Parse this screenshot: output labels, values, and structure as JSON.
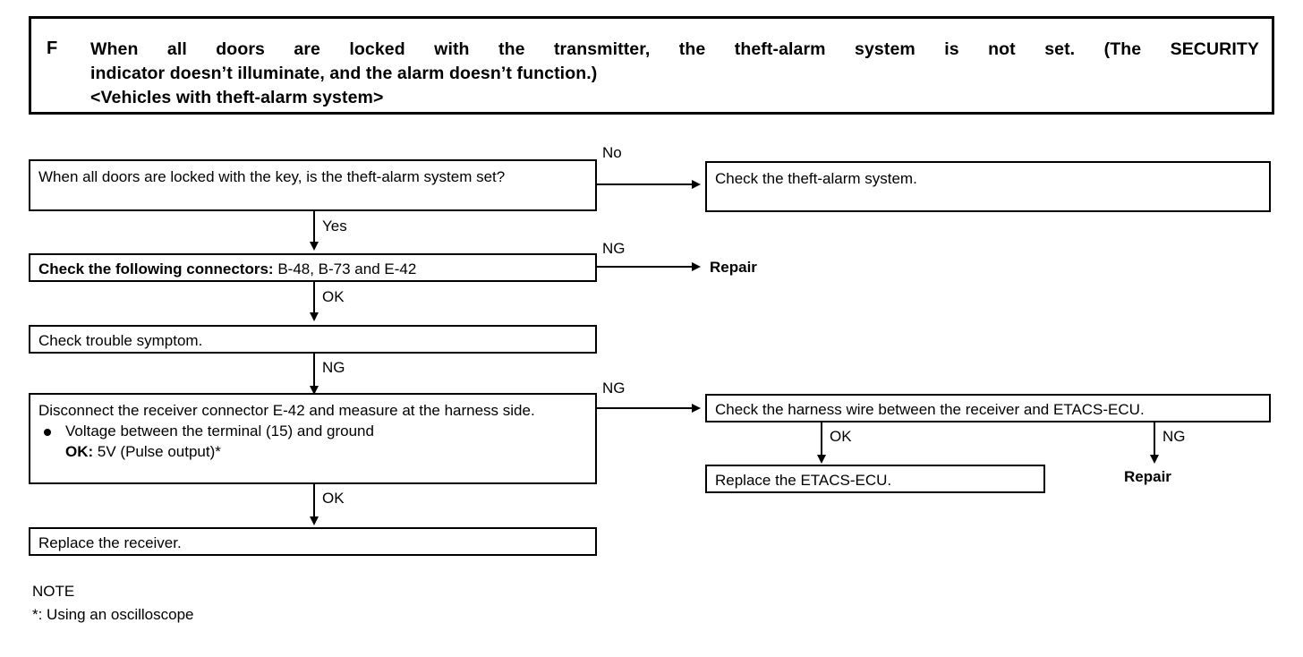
{
  "header": {
    "letter": "F",
    "line1": "When all doors are locked with the transmitter, the theft-alarm system is not set. (The SECURITY",
    "line2": "indicator doesn’t illuminate, and the alarm doesn’t function.)",
    "line3": "<Vehicles with theft-alarm system>"
  },
  "flow": {
    "steps": [
      {
        "id": "step-1",
        "text": "When all doors are locked with the key, is the theft-alarm system set?"
      },
      {
        "id": "step-2",
        "text_bold": "Check the following connectors:",
        "text_rest": " B-48, B-73 and E-42"
      },
      {
        "id": "step-3",
        "text": "Check trouble symptom."
      },
      {
        "id": "step-4",
        "line1": "Disconnect the receiver connector E-42 and measure at the harness side.",
        "bullet1": "Voltage between the terminal (15) and ground",
        "bullet2_bold": "OK:",
        "bullet2_rest": " 5V (Pulse output)*"
      },
      {
        "id": "step-5",
        "text": "Replace the receiver."
      }
    ],
    "branches": [
      {
        "id": "branch-check-theft-alarm",
        "text": "Check the theft-alarm system."
      },
      {
        "id": "branch-repair-1",
        "text": "Repair"
      },
      {
        "id": "branch-check-harness",
        "text": "Check the harness wire between the receiver and ETACS-ECU."
      },
      {
        "id": "branch-replace-etacs",
        "text": "Replace the ETACS-ECU."
      },
      {
        "id": "branch-repair-2",
        "text": "Repair"
      }
    ],
    "edge_labels": {
      "no_1": "No",
      "yes_1": "Yes",
      "ng_2": "NG",
      "ok_2": "OK",
      "ng_3": "NG",
      "ng_4": "NG",
      "ok_4": "OK",
      "ok_harness": "OK",
      "ng_harness": "NG"
    }
  },
  "note": {
    "title": "NOTE",
    "line": "*: Using an oscilloscope"
  },
  "colors": {
    "ink": "#000000",
    "paper": "#ffffff"
  }
}
